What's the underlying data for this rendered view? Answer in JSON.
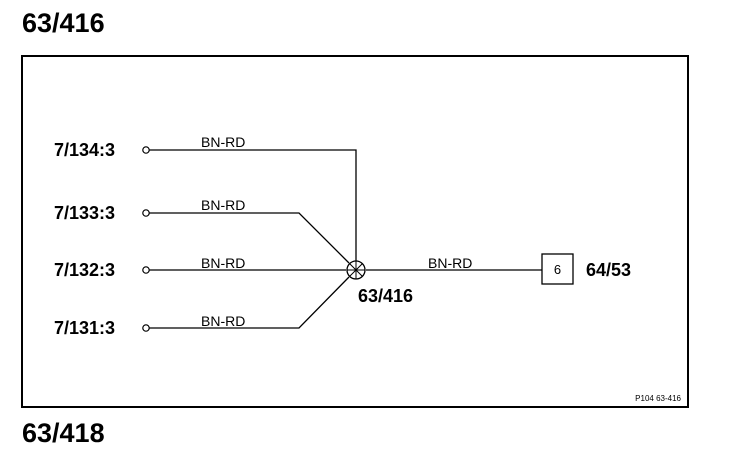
{
  "page": {
    "title": "63/416",
    "next_title_partial": "63/418"
  },
  "diagram": {
    "splice_label": "63/416",
    "connector_pin": "6",
    "connector_label": "64/53",
    "output_wire_color": "BN-RD",
    "reference": "P104  63-416",
    "inputs": [
      {
        "pin": "7/134:3",
        "wire_color": "BN-RD"
      },
      {
        "pin": "7/133:3",
        "wire_color": "BN-RD"
      },
      {
        "pin": "7/132:3",
        "wire_color": "BN-RD"
      },
      {
        "pin": "7/131:3",
        "wire_color": "BN-RD"
      }
    ]
  }
}
